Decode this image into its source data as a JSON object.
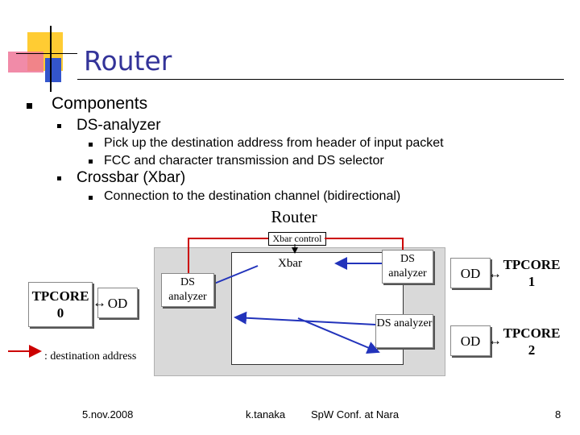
{
  "slide": {
    "title": "Router",
    "colors": {
      "title": "#333399",
      "arrow_red": "#cc0000",
      "arrow_blue": "#2233bb",
      "panel_gray": "#d9d9d9",
      "deco_yellow": "#ffcc33",
      "deco_blue": "#3355cc",
      "deco_pink": "#ee7799"
    }
  },
  "outline": {
    "l1": "Components",
    "ds_heading": "DS-analyzer",
    "ds_items": [
      "Pick up the destination address from header of input packet",
      "FCC and character transmission and DS selector"
    ],
    "xbar_heading": "Crossbar (Xbar)",
    "xbar_items": [
      "Connection to the destination channel (bidirectional)"
    ]
  },
  "diagram": {
    "title": "Router",
    "xbar_control": "Xbar control",
    "xbar": "Xbar",
    "ds_analyzer": "DS analyzer",
    "od": "OD",
    "tpcore0": "TPCORE 0",
    "tpcore1": "TPCORE 1",
    "tpcore2": "TPCORE 2",
    "legend": ": destination address",
    "double_arrow": "↔"
  },
  "footer": {
    "date": "5.nov.2008",
    "author": "k.tanaka",
    "conference": "SpW Conf. at Nara",
    "page": "8"
  }
}
